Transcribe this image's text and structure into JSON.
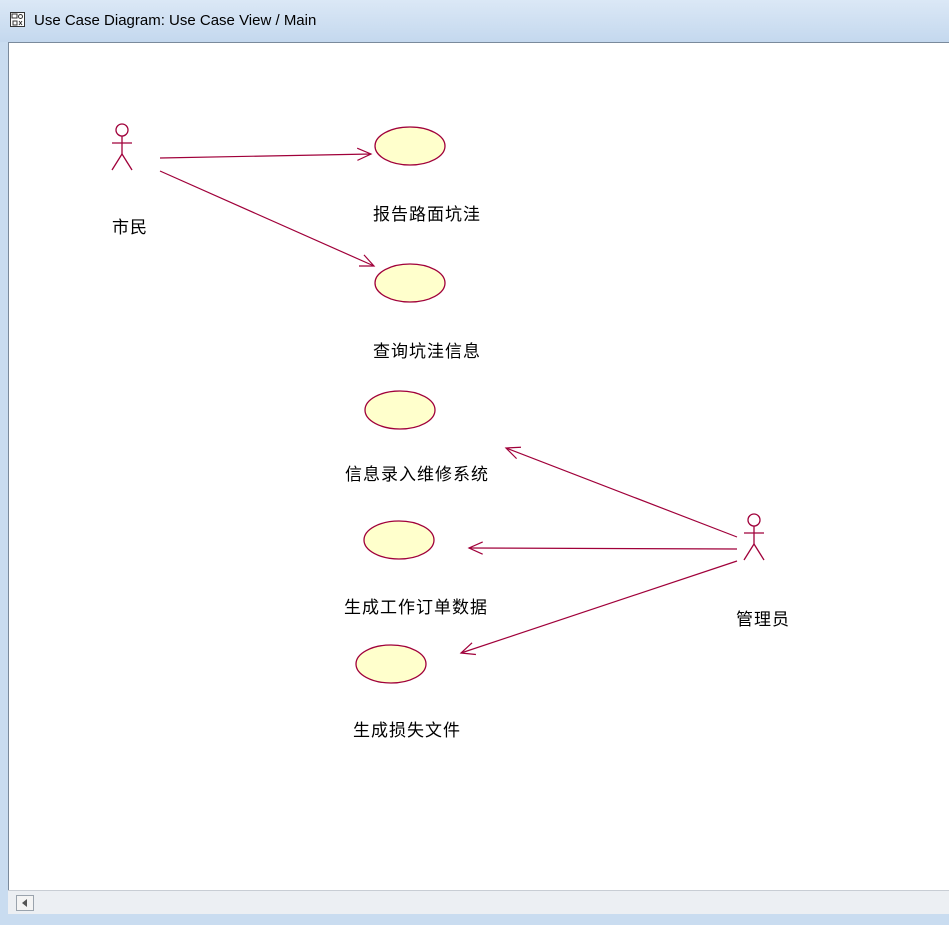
{
  "window": {
    "title": "Use Case Diagram: Use Case View / Main",
    "icon": "use-case-diagram-icon"
  },
  "diagram": {
    "actors": [
      {
        "id": "citizen",
        "label": "市民"
      },
      {
        "id": "admin",
        "label": "管理员"
      }
    ],
    "use_cases": [
      {
        "id": "uc1",
        "label": "报告路面坑洼"
      },
      {
        "id": "uc2",
        "label": "查询坑洼信息"
      },
      {
        "id": "uc3",
        "label": "信息录入维修系统"
      },
      {
        "id": "uc4",
        "label": "生成工作订单数据"
      },
      {
        "id": "uc5",
        "label": "生成损失文件"
      }
    ],
    "associations": [
      {
        "from": "citizen",
        "to": "uc1"
      },
      {
        "from": "citizen",
        "to": "uc2"
      },
      {
        "from": "admin",
        "to": "uc3"
      },
      {
        "from": "admin",
        "to": "uc4"
      },
      {
        "from": "admin",
        "to": "uc5"
      }
    ],
    "colors": {
      "line": "#a0003a",
      "use_case_fill": "#ffffcc",
      "use_case_stroke": "#a0003a"
    }
  }
}
